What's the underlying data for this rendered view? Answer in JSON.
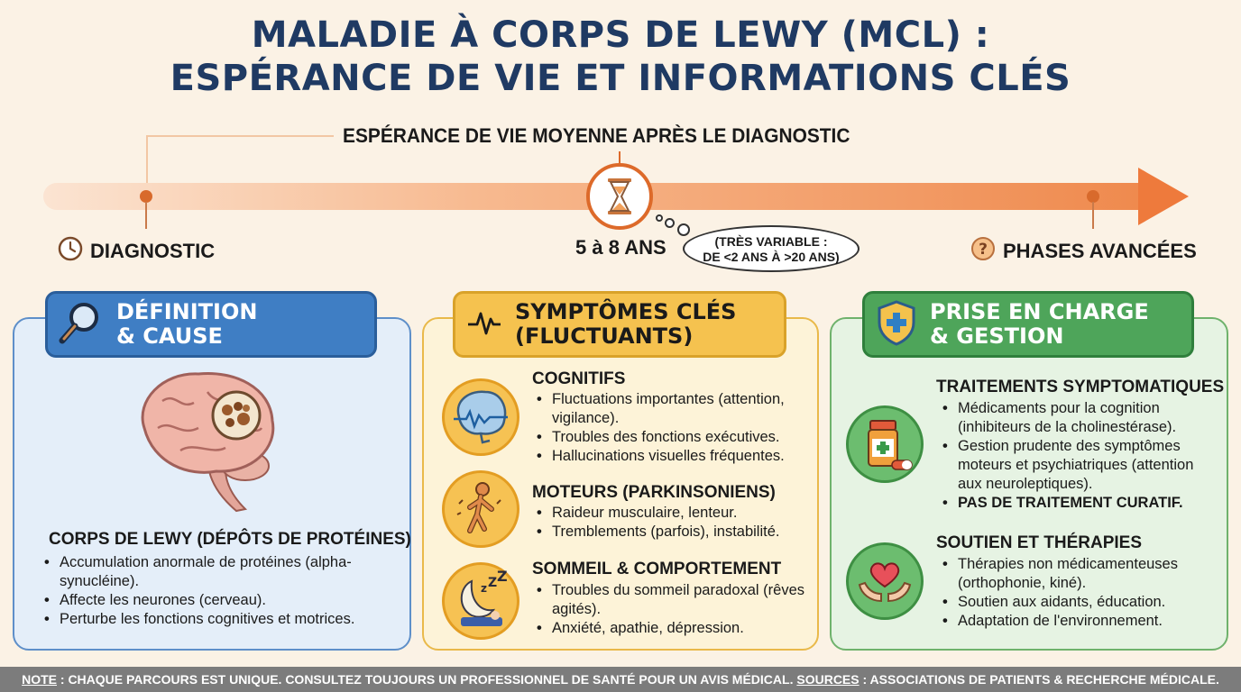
{
  "title": {
    "line1": "MALADIE À CORPS DE LEWY (MCL) :",
    "line2": "ESPÉRANCE DE VIE ET INFORMATIONS CLÉS"
  },
  "timeline": {
    "heading": "ESPÉRANCE DE VIE MOYENNE APRÈS LE DIAGNOSTIC",
    "start_label": "DIAGNOSTIC",
    "middle_label": "5 à 8 ANS",
    "bubble_line1": "(TRÈS VARIABLE :",
    "bubble_line2": "DE <2 ANS À >20 ANS)",
    "end_label": "PHASES AVANCÉES",
    "icons": [
      "clock-icon",
      "hourglass-icon",
      "question-icon"
    ]
  },
  "panels": {
    "definition": {
      "header_line1": "DÉFINITION",
      "header_line2": "& CAUSE",
      "icon": "magnifier-icon",
      "image": "brain-icon",
      "section_title": "CORPS DE LEWY (DÉPÔTS DE PROTÉINES)",
      "bullets": [
        "Accumulation anormale de protéines (alpha-synucléine).",
        "Affecte les neurones (cerveau).",
        "Perturbe les fonctions cognitives et motrices."
      ]
    },
    "symptoms": {
      "header_line1": "SYMPTÔMES CLÉS",
      "header_line2": "(FLUCTUANTS)",
      "icon": "pulse-icon",
      "groups": [
        {
          "title": "COGNITIFS",
          "icon": "brain-wave-icon",
          "bullets": [
            "Fluctuations importantes (attention, vigilance).",
            "Troubles des fonctions exécutives.",
            "Hallucinations visuelles fréquentes."
          ]
        },
        {
          "title": "MOTEURS (PARKINSONIENS)",
          "icon": "walking-person-icon",
          "bullets": [
            "Raideur musculaire, lenteur.",
            "Tremblements (parfois), instabilité."
          ]
        },
        {
          "title": "SOMMEIL & COMPORTEMENT",
          "icon": "sleep-moon-icon",
          "bullets": [
            "Troubles du sommeil paradoxal (rêves agités).",
            "Anxiété, apathie, dépression."
          ]
        }
      ]
    },
    "care": {
      "header_line1": "PRISE EN CHARGE",
      "header_line2": "& GESTION",
      "icon": "shield-cross-icon",
      "groups": [
        {
          "title": "TRAITEMENTS SYMPTOMATIQUES",
          "icon": "medicine-bottle-icon",
          "bullets": [
            "Médicaments pour la cognition (inhibiteurs de la cholinestérase).",
            "Gestion prudente des symptômes moteurs et psychiatriques (attention aux neuroleptiques)."
          ],
          "strong_bullet": "PAS DE TRAITEMENT CURATIF."
        },
        {
          "title": "SOUTIEN ET THÉRAPIES",
          "icon": "hands-heart-icon",
          "bullets": [
            "Thérapies non médicamenteuses (orthophonie, kiné).",
            "Soutien aux aidants, éducation.",
            "Adaptation de l'environnement."
          ]
        }
      ]
    }
  },
  "footer": {
    "note_label": "NOTE",
    "note_text": " : CHAQUE PARCOURS EST UNIQUE. CONSULTEZ TOUJOURS UN PROFESSIONNEL DE SANTÉ POUR UN AVIS MÉDICAL. ",
    "sources_label": "SOURCES",
    "sources_text": " : ASSOCIATIONS DE PATIENTS & RECHERCHE MÉDICALE."
  },
  "colors": {
    "title": "#1f3a63",
    "definition": "#3f7ec4",
    "symptoms": "#f5c24f",
    "care": "#4ea55a",
    "timeline_accent": "#ee7a3c"
  }
}
